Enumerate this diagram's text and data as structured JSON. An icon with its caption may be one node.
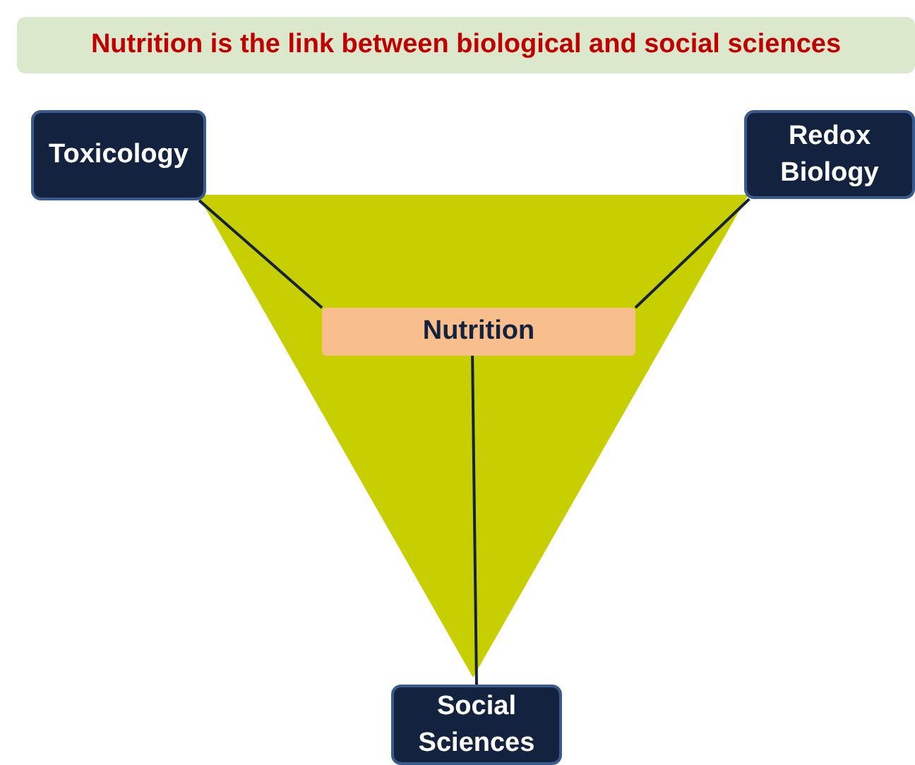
{
  "diagram": {
    "title": "Nutrition is the link between biological and social sciences",
    "nodes": [
      {
        "text": [
          "Toxicology"
        ]
      },
      {
        "text": [
          "Redox Biology"
        ]
      },
      {
        "text": [
          "Nutrition"
        ]
      },
      {
        "text": [
          "Social Sciences"
        ]
      }
    ],
    "edges": [
      {
        "from": 0,
        "to": 2,
        "arrow": "none"
      },
      {
        "from": 1,
        "to": 2,
        "arrow": "none"
      },
      {
        "from": 2,
        "to": 3,
        "arrow": "none"
      }
    ]
  }
}
